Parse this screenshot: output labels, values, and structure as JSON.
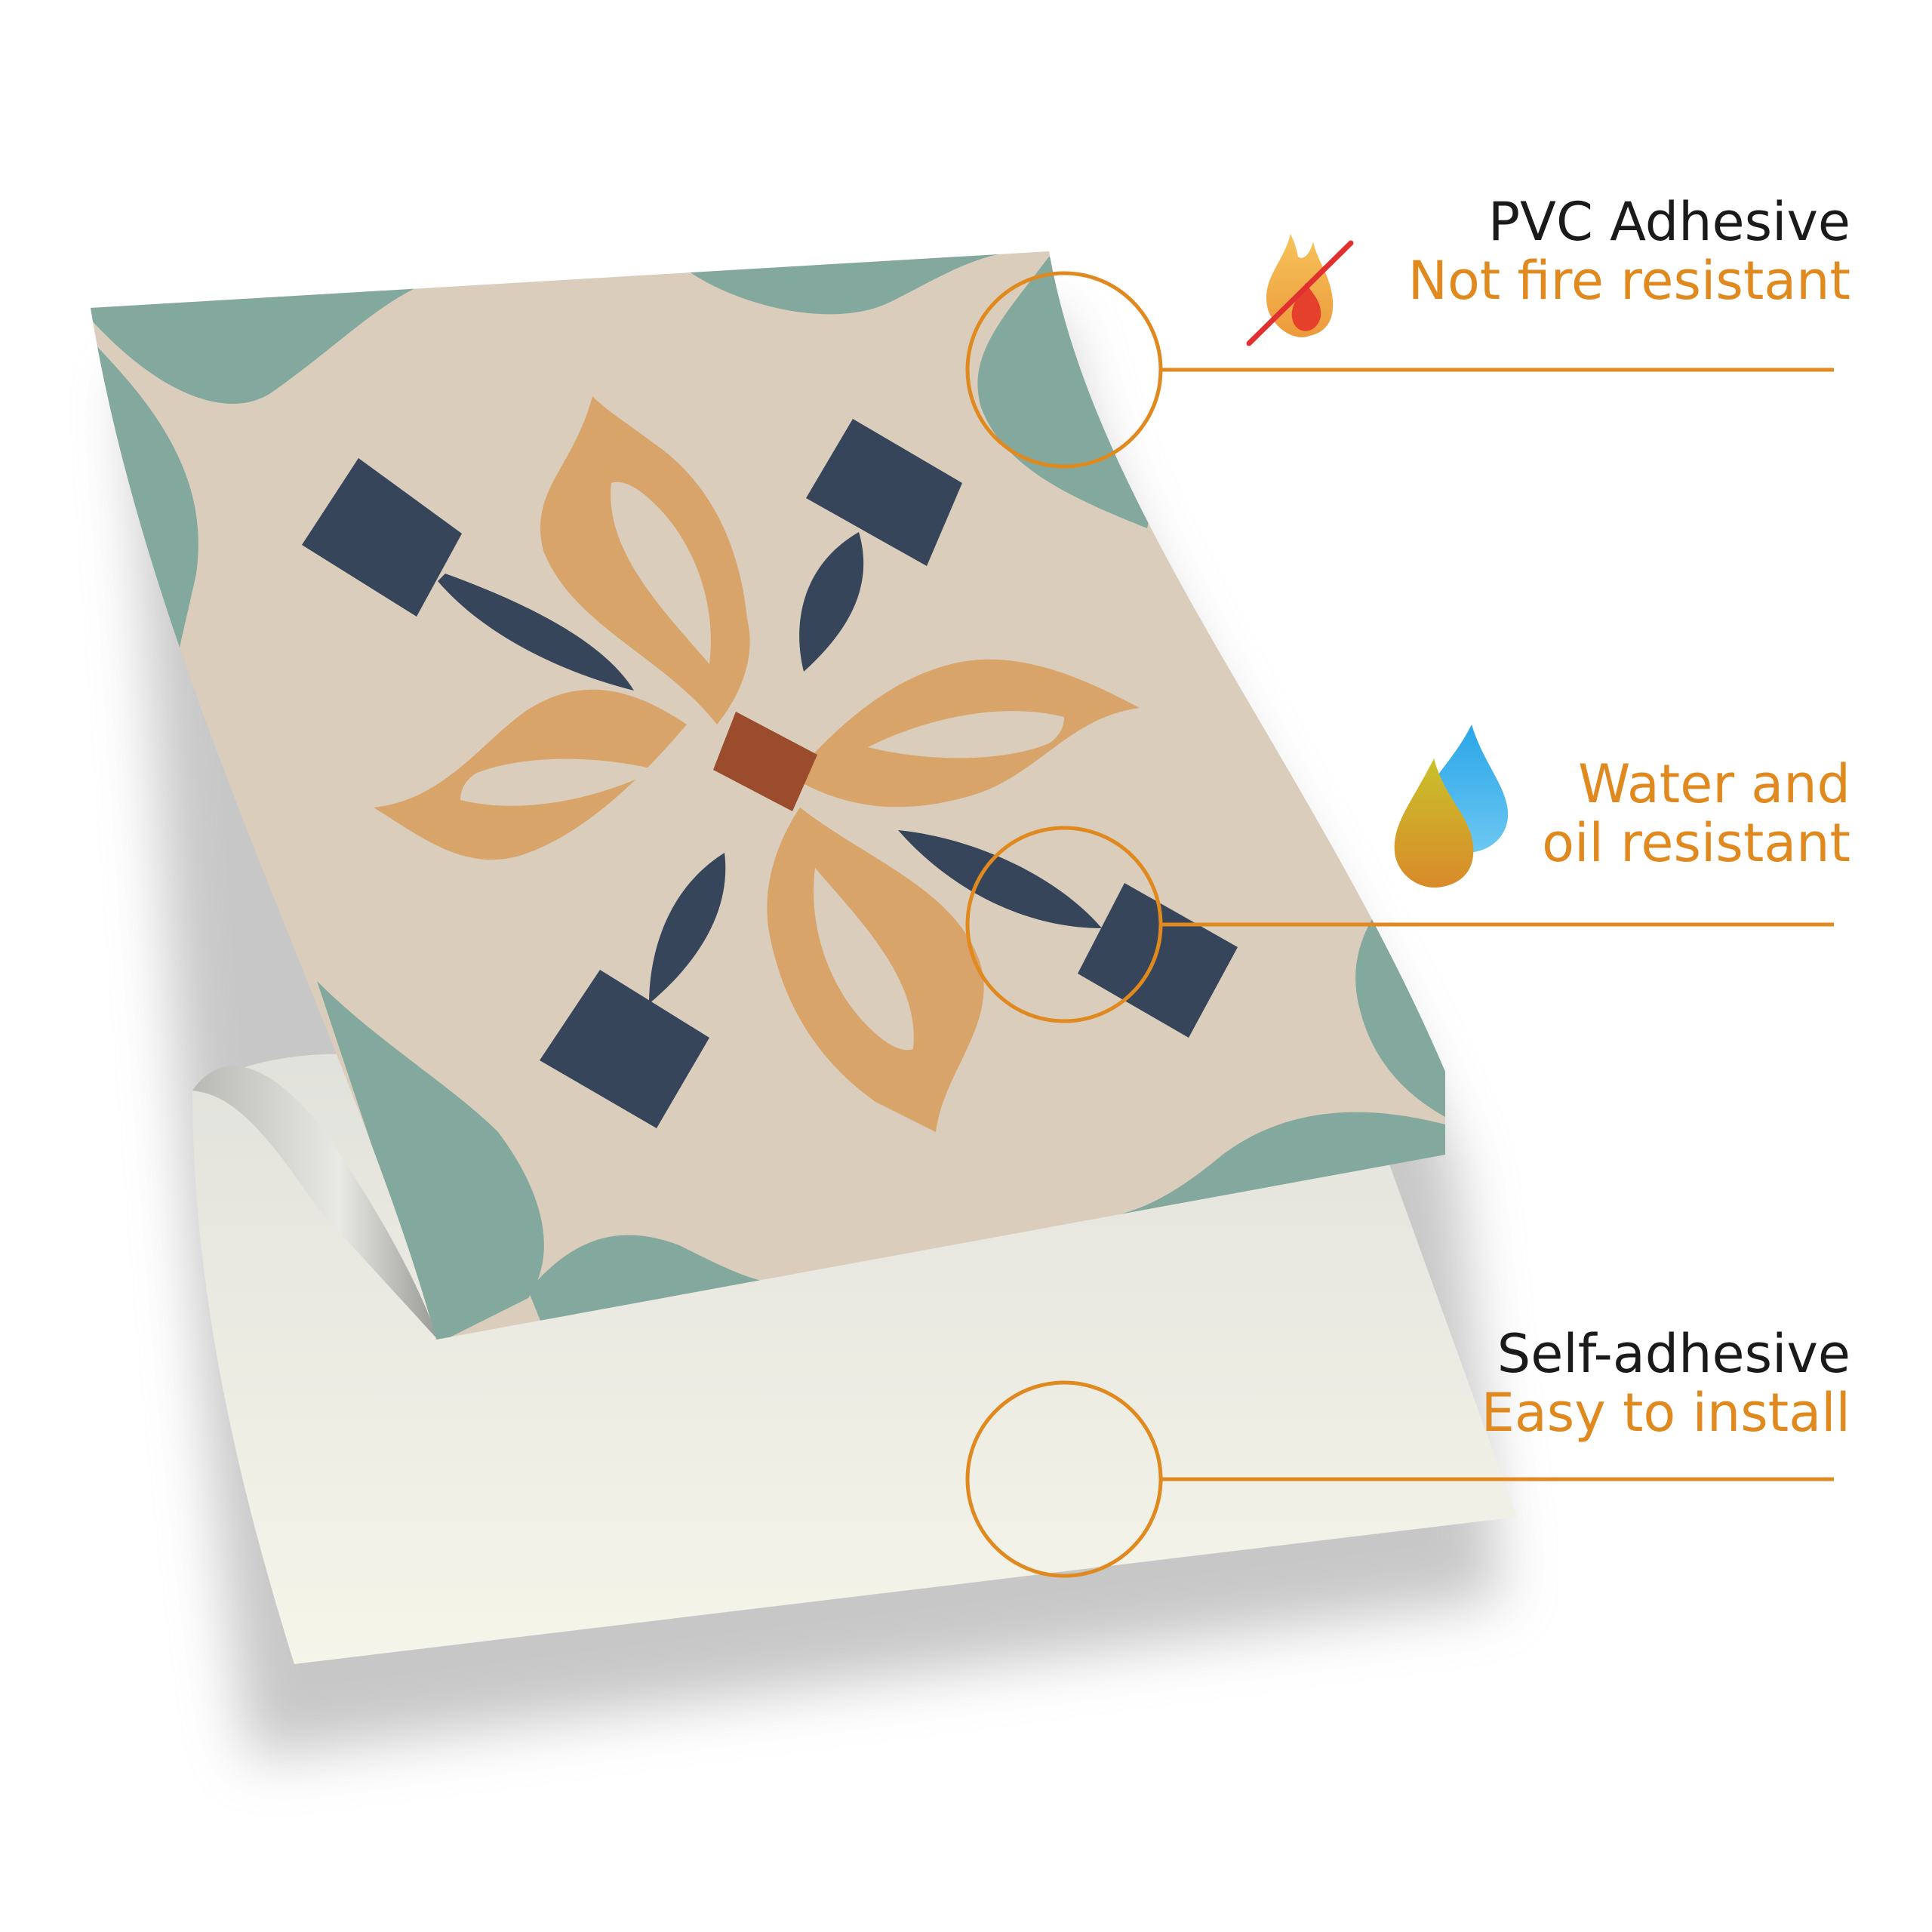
{
  "colors": {
    "accent": "#e0891f",
    "tile_base": "#dacdbc",
    "tile_teal": "#83a89d",
    "petal": "#d8a46a",
    "navy": "#37455a",
    "center": "#9a4c2d",
    "backing": "#f1f1e6"
  },
  "features": [
    {
      "icon": "no-fire-icon",
      "title": "PVC Adhesive",
      "subtitle": "Not fire resistant"
    },
    {
      "icon": "water-oil-drops-icon",
      "title": "",
      "subtitle": "Water and oil resistant",
      "subtitle_lines": [
        "Water and",
        "oil resistant"
      ]
    },
    {
      "icon": "",
      "title": "Self-adhesive",
      "subtitle": "Easy to install"
    }
  ]
}
